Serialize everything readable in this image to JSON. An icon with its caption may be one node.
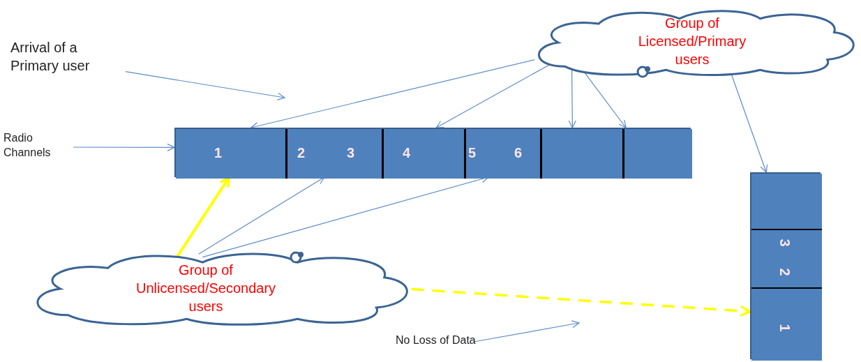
{
  "diagram": {
    "nodes": [
      {
        "text": [
          "Group of Licensed/Primary users"
        ]
      },
      {
        "text": [
          "Arrival of a Primary user"
        ]
      },
      {
        "text": [
          "Radio Channels"
        ]
      },
      {
        "text": [],
        "shape": "bar"
      },
      {
        "text": [
          "1"
        ],
        "in": 3
      },
      {
        "text": [
          "2",
          "3"
        ],
        "in": 3
      },
      {
        "text": [
          "4"
        ],
        "in": 3
      },
      {
        "text": [
          "5",
          "6"
        ],
        "in": 3
      },
      {
        "text": [],
        "shape": "box",
        "in": 3
      },
      {
        "text": [],
        "shape": "box",
        "in": 3
      },
      {
        "text": [],
        "shape": "bar"
      },
      {
        "text": [],
        "shape": "box",
        "in": 10
      },
      {
        "text": [
          "3",
          "2"
        ],
        "in": 10
      },
      {
        "text": [
          "1"
        ],
        "in": 10
      },
      {
        "text": [
          "Group of Unlicensed/Secondary users"
        ]
      },
      {
        "text": [
          "No Loss of Data"
        ]
      }
    ],
    "edges": [
      {
        "from": 1,
        "to": null,
        "arrow": "to"
      },
      {
        "from": 2,
        "to": 3,
        "arrow": "to"
      },
      {
        "from": 0,
        "to": 4,
        "arrow": "to"
      },
      {
        "from": 0,
        "to": 6,
        "arrow": "to"
      },
      {
        "from": 0,
        "to": 8,
        "arrow": "to"
      },
      {
        "from": 0,
        "to": 9,
        "arrow": "to"
      },
      {
        "from": 0,
        "to": 11,
        "arrow": "to"
      },
      {
        "from": 14,
        "to": 4,
        "arrow": "to",
        "style": "thick",
        "color": "#ffff00"
      },
      {
        "from": 14,
        "to": 5,
        "arrow": "to"
      },
      {
        "from": 14,
        "to": 7,
        "arrow": "to"
      },
      {
        "from": 14,
        "to": 13,
        "arrow": "to",
        "style": "dashed",
        "color": "#ffff00"
      },
      {
        "from": 15,
        "to": null,
        "arrow": "to"
      }
    ]
  }
}
